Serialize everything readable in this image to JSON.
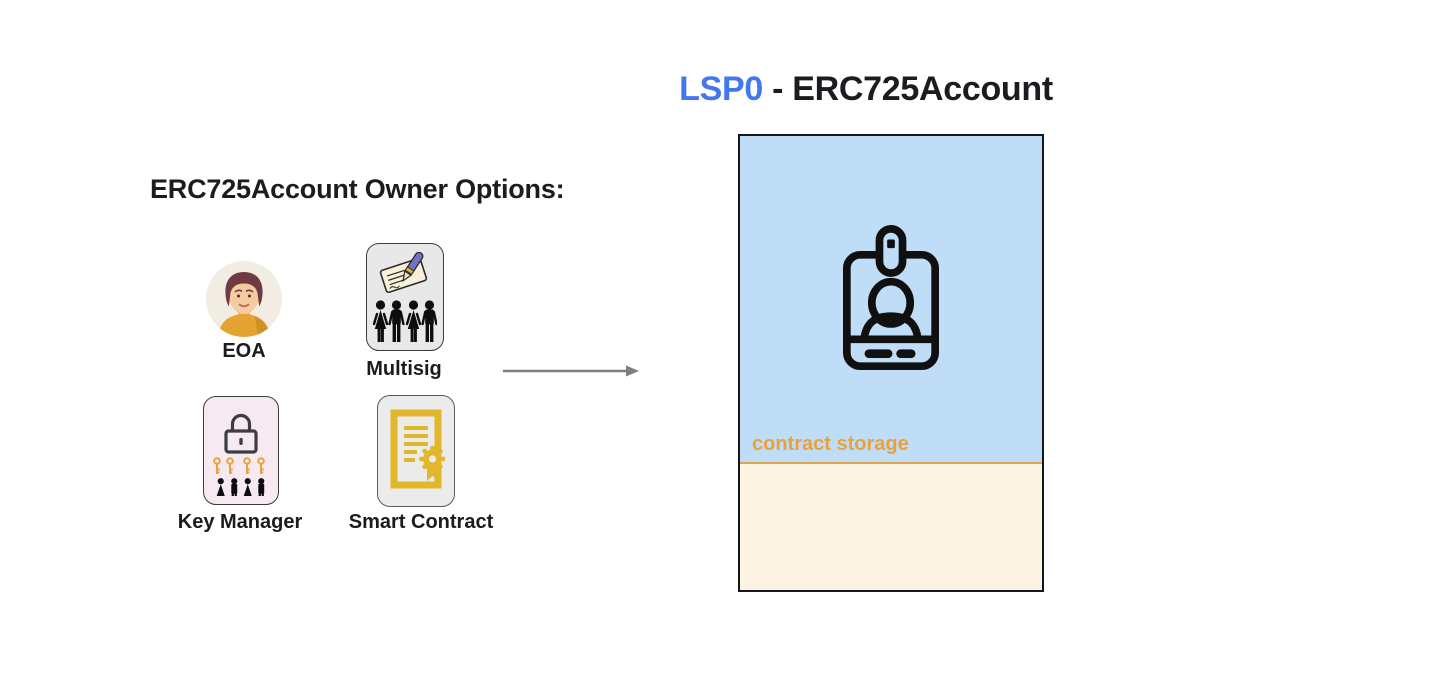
{
  "page": {
    "background_color": "#ffffff"
  },
  "left_panel": {
    "heading": "ERC725Account Owner Options:",
    "options": [
      {
        "id": "eoa",
        "label": "EOA",
        "icon": "person-avatar-icon"
      },
      {
        "id": "multisig",
        "label": "Multisig",
        "icon": "signed-document-people-icon"
      },
      {
        "id": "key-manager",
        "label": "Key Manager",
        "icon": "lock-keys-people-icon"
      },
      {
        "id": "smart-contract",
        "label": "Smart Contract",
        "icon": "certificate-document-icon"
      }
    ]
  },
  "arrow": {
    "direction": "right",
    "color": "#7f7f7f"
  },
  "right_panel": {
    "title_highlight": "LSP0",
    "title_rest": " - ERC725Account",
    "title_highlight_color": "#4377f0",
    "title_text_color": "#1b1b20",
    "account_box": {
      "icon": "id-badge-icon",
      "storage_label": "contract storage",
      "storage_label_color": "#e9a23b",
      "top_section_color": "#bfddf6",
      "bottom_section_color": "#fcf3e3",
      "divider_color": "#dfa64f",
      "border_color": "#16161d"
    }
  }
}
